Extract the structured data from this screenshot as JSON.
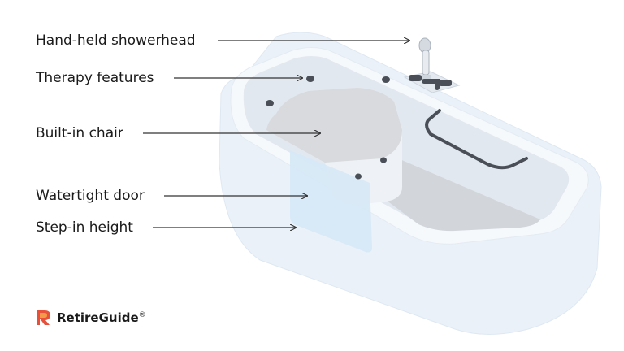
{
  "labels": {
    "showerhead": "Hand-held showerhead",
    "therapy": "Therapy features",
    "chair": "Built-in chair",
    "door": "Watertight door",
    "step": "Step-in height"
  },
  "brand": {
    "name": "RetireGuide",
    "mark": "®"
  },
  "colors": {
    "tub_outer": "#eaf1f9",
    "tub_inner": "#e2e8ef",
    "seat": "#d8dadd",
    "door": "#d6e8f6",
    "fixture": "#4a4f57",
    "brand_red": "#e7513b",
    "brand_orange": "#f2994a"
  }
}
